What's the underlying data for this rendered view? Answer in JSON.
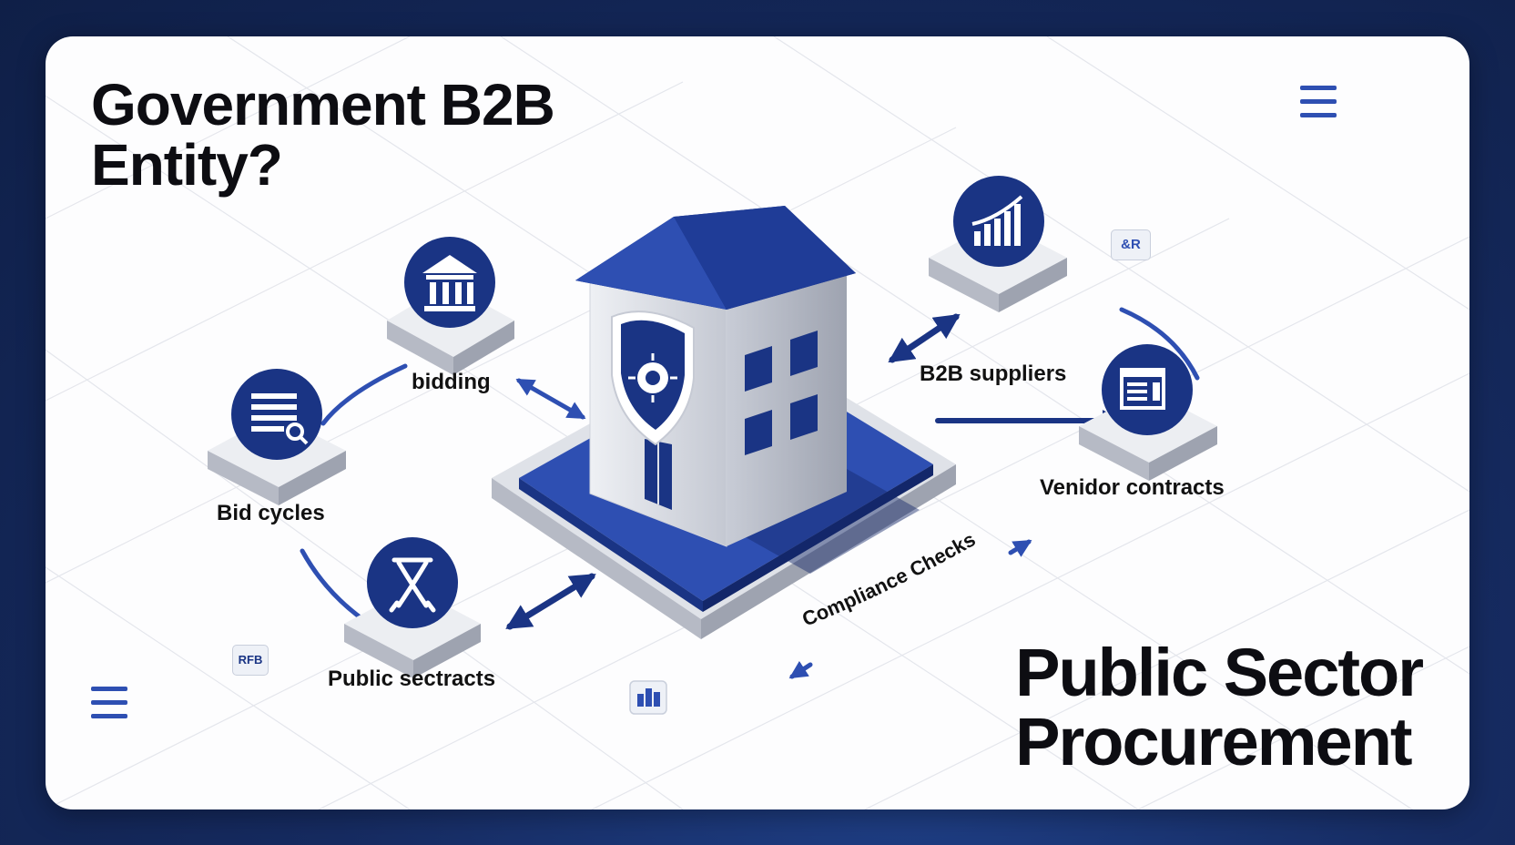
{
  "header": {
    "title_line1": "Government B2B",
    "title_line2": "Entity?"
  },
  "footer": {
    "subtitle_line1": "Public Sector",
    "subtitle_line2": "Procurement"
  },
  "diagram": {
    "labels": {
      "bidding": "bidding",
      "bid_cycles": "Bid cycles",
      "public_sectracts": "Public sectracts",
      "b2b_suppliers": "B2B suppliers",
      "vendor_contracts": "Venidor contracts",
      "compliance_checks": "Compliance Checks"
    },
    "badges": {
      "top_right": "&R",
      "bottom_left": "RFB"
    },
    "icons": {
      "hub": "government-building-icon",
      "shield": "shield-emblem-icon",
      "bidding": "bank-building-icon",
      "bid_cycles": "document-search-icon",
      "public": "ribbon-award-icon",
      "suppliers": "growth-chart-icon",
      "contracts": "contract-document-icon"
    }
  },
  "colors": {
    "primary_navy": "#1a3484",
    "accent_blue": "#2e4fb2",
    "background": "#162b61"
  }
}
